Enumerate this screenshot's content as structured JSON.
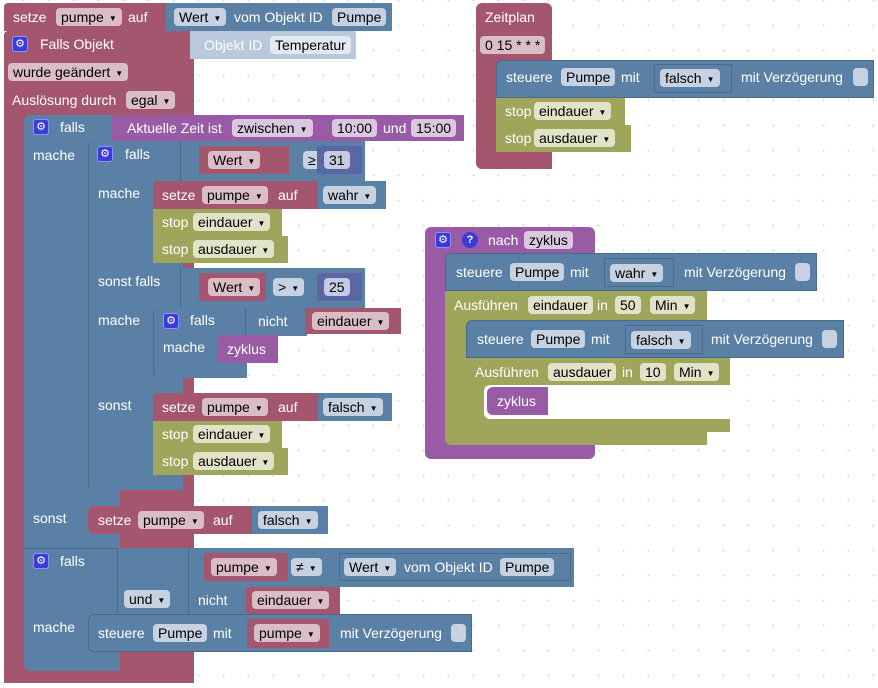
{
  "main_script": {
    "set_block": {
      "verb": "setze",
      "var": "pumpe",
      "to": "auf",
      "value_prop": "Wert",
      "from_object": "vom Objekt ID",
      "object_id": "Pumpe"
    },
    "trigger": {
      "label": "Falls Objekt",
      "object_label": "Objekt ID",
      "object_id": "Temperatur",
      "condition": "wurde geändert",
      "trigger_label": "Auslösung durch",
      "trigger_by": "egal"
    },
    "if1": {
      "if_label": "falls",
      "do_label": "mache",
      "else_label": "sonst",
      "time_cond": {
        "label": "Aktuelle Zeit ist",
        "op": "zwischen",
        "from": "10:00",
        "and": "und",
        "to": "15:00"
      },
      "if2": {
        "if_label": "falls",
        "do_label": "mache",
        "elseif_label": "sonst falls",
        "else_label": "sonst",
        "cond1": {
          "prop": "Wert",
          "op": "≥",
          "value": "31"
        },
        "do1": [
          {
            "verb": "setze",
            "var": "pumpe",
            "to": "auf",
            "value": "wahr"
          },
          {
            "verb": "stop",
            "timer": "eindauer"
          },
          {
            "verb": "stop",
            "timer": "ausdauer"
          }
        ],
        "cond2": {
          "prop": "Wert",
          "op": ">",
          "value": "25"
        },
        "do2": {
          "if_label": "falls",
          "not_label": "nicht",
          "var": "eindauer",
          "do_label": "mache",
          "call": "zyklus"
        },
        "else": [
          {
            "verb": "setze",
            "var": "pumpe",
            "to": "auf",
            "value": "falsch"
          },
          {
            "verb": "stop",
            "timer": "eindauer"
          },
          {
            "verb": "stop",
            "timer": "ausdauer"
          }
        ]
      },
      "else_set": {
        "verb": "setze",
        "var": "pumpe",
        "to": "auf",
        "value": "falsch"
      }
    },
    "if3": {
      "if_label": "falls",
      "do_label": "mache",
      "cmp": {
        "var": "pumpe",
        "op": "≠",
        "prop": "Wert",
        "from_object": "vom Objekt ID",
        "object_id": "Pumpe"
      },
      "logic_op": "und",
      "not_label": "nicht",
      "not_var": "eindauer",
      "action": {
        "verb": "steuere",
        "object": "Pumpe",
        "with": "mit",
        "value": "pumpe",
        "delay_label": "mit Verzögerung"
      }
    }
  },
  "schedule": {
    "label": "Zeitplan",
    "cron": "0 15 * * *",
    "action": {
      "verb": "steuere",
      "object": "Pumpe",
      "with": "mit",
      "value": "falsch",
      "delay_label": "mit Verzögerung"
    },
    "stops": [
      {
        "verb": "stop",
        "timer": "eindauer"
      },
      {
        "verb": "stop",
        "timer": "ausdauer"
      }
    ]
  },
  "function": {
    "label": "nach",
    "name": "zyklus",
    "action1": {
      "verb": "steuere",
      "object": "Pumpe",
      "with": "mit",
      "value": "wahr",
      "delay_label": "mit Verzögerung"
    },
    "timeout1": {
      "label": "Ausführen",
      "timer": "eindauer",
      "in": "in",
      "value": "50",
      "unit": "Min"
    },
    "action2": {
      "verb": "steuere",
      "object": "Pumpe",
      "with": "mit",
      "value": "falsch",
      "delay_label": "mit Verzögerung"
    },
    "timeout2": {
      "label": "Ausführen",
      "timer": "ausdauer",
      "in": "in",
      "value": "10",
      "unit": "Min"
    },
    "call": "zyklus"
  },
  "icons": {
    "gear": "⚙",
    "help": "?",
    "dropdown": "▼"
  }
}
